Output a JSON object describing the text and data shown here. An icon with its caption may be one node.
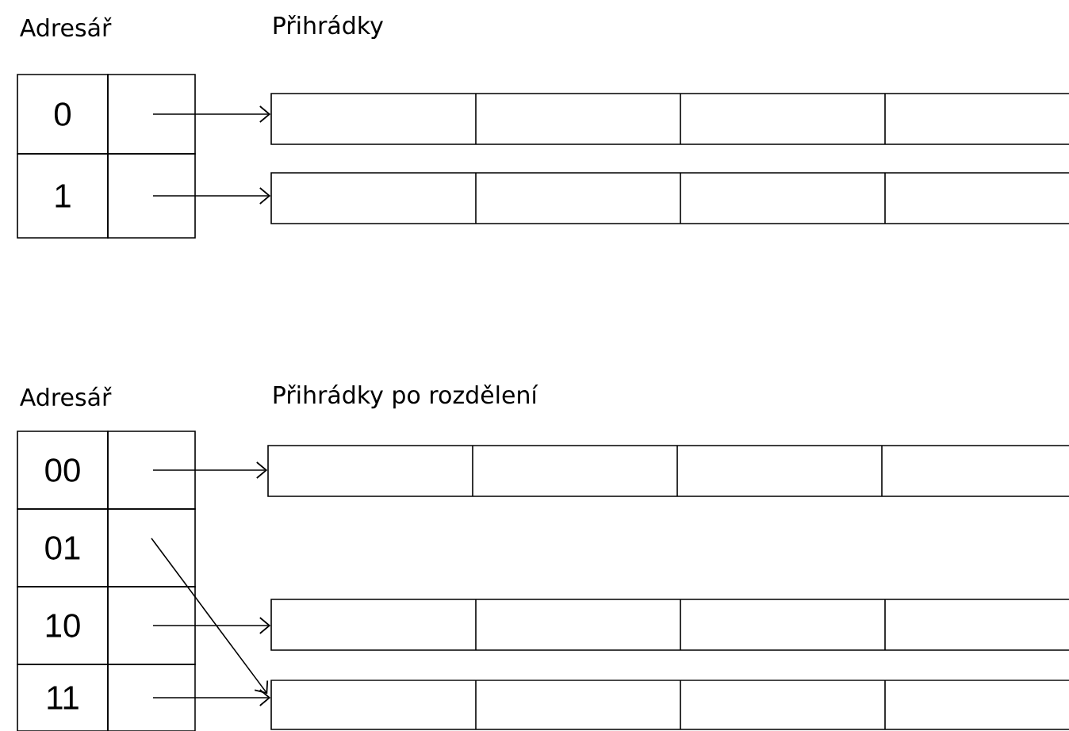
{
  "diagram": {
    "nodes": [
      {
        "text": [
          "0"
        ]
      },
      {
        "text": [],
        "shape": "box"
      },
      {
        "text": [],
        "shape": "bar"
      },
      {
        "text": [
          "1"
        ]
      },
      {
        "text": [],
        "shape": "box"
      },
      {
        "text": [],
        "shape": "bar"
      },
      {
        "text": [
          "00"
        ]
      },
      {
        "text": [],
        "shape": "box"
      },
      {
        "text": [],
        "shape": "bar"
      },
      {
        "text": [
          "01"
        ]
      },
      {
        "text": [],
        "shape": "box"
      },
      {
        "text": [
          "10"
        ]
      },
      {
        "text": [],
        "shape": "box"
      },
      {
        "text": [],
        "shape": "bar"
      },
      {
        "text": [
          "11"
        ]
      },
      {
        "text": [],
        "shape": "box"
      },
      {
        "text": [],
        "shape": "bar"
      }
    ],
    "edges": [
      {
        "from": 1,
        "to": 2,
        "arrow": "to"
      },
      {
        "from": 4,
        "to": 5,
        "arrow": "to"
      },
      {
        "from": 7,
        "to": 8,
        "arrow": "to"
      },
      {
        "from": 10,
        "to": 16,
        "arrow": "to"
      },
      {
        "from": 12,
        "to": 13,
        "arrow": "to"
      },
      {
        "from": 15,
        "to": 16,
        "arrow": "to"
      }
    ],
    "labels": [
      "Adresář",
      "Přihrádky",
      "Adresář",
      "Přihrádky po rozdělení"
    ]
  }
}
